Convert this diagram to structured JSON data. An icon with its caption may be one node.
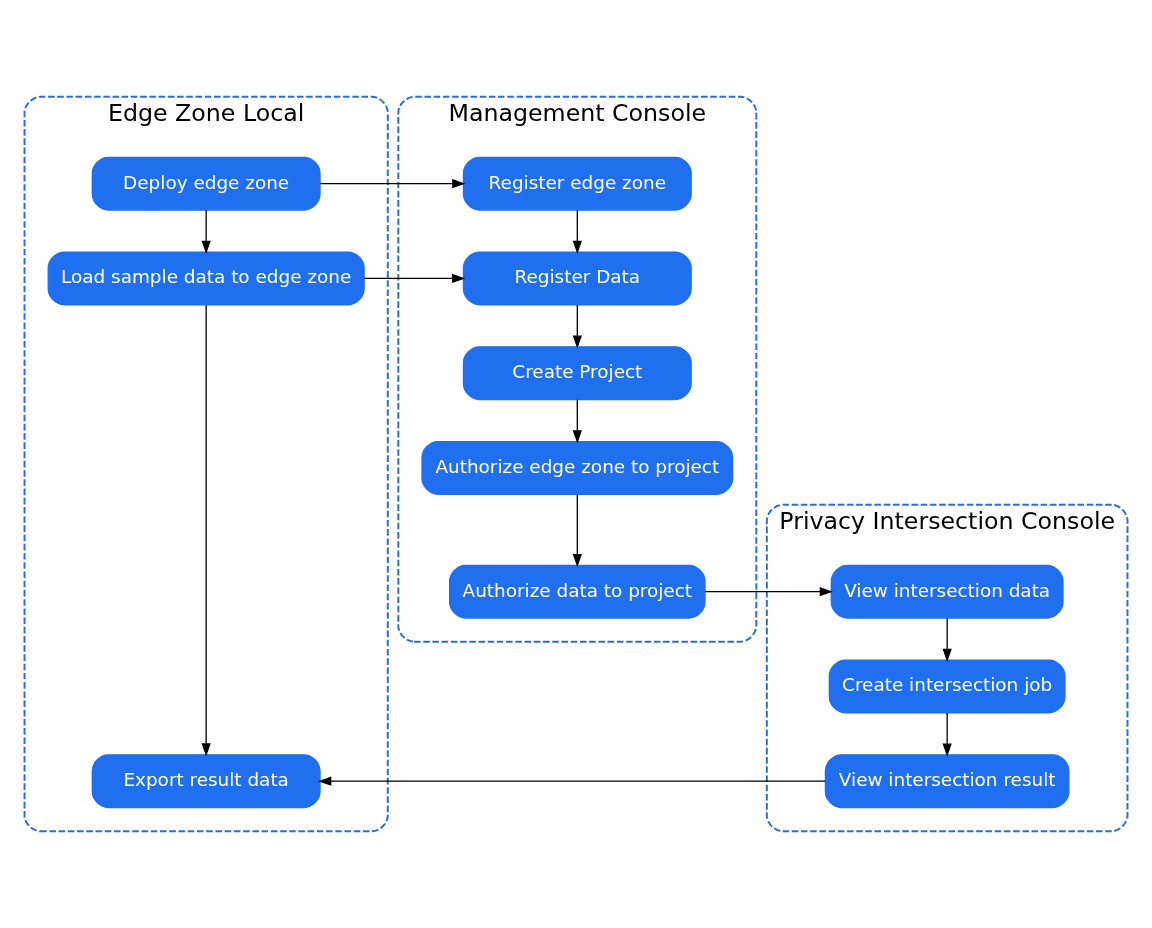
{
  "diagram": {
    "nodes": [
      {
        "text": [
          "Edge Zone Local"
        ]
      },
      {
        "text": [
          "Deploy edge zone"
        ],
        "in": 0
      },
      {
        "text": [
          "Load sample data to edge zone"
        ],
        "in": 0
      },
      {
        "text": [
          "Export result data"
        ],
        "in": 0
      },
      {
        "text": [
          "Management Console"
        ]
      },
      {
        "text": [
          "Register edge zone"
        ],
        "in": 4
      },
      {
        "text": [
          "Register Data"
        ],
        "in": 4
      },
      {
        "text": [
          "Create Project"
        ],
        "in": 4
      },
      {
        "text": [
          "Authorize edge zone to project"
        ],
        "in": 4
      },
      {
        "text": [
          "Authorize data to project"
        ],
        "in": 4
      },
      {
        "text": [
          "Privacy Intersection Console"
        ]
      },
      {
        "text": [
          "View intersection data"
        ],
        "in": 10
      },
      {
        "text": [
          "Create intersection job"
        ],
        "in": 10
      },
      {
        "text": [
          "View intersection result"
        ],
        "in": 10
      }
    ],
    "edges": [
      {
        "from": 1,
        "to": 5,
        "arrow": "to"
      },
      {
        "from": 1,
        "to": 2,
        "arrow": "to"
      },
      {
        "from": 5,
        "to": 6,
        "arrow": "to"
      },
      {
        "from": 2,
        "to": 6,
        "arrow": "to"
      },
      {
        "from": 2,
        "to": 3,
        "arrow": "to"
      },
      {
        "from": 6,
        "to": 7,
        "arrow": "to"
      },
      {
        "from": 7,
        "to": 8,
        "arrow": "to"
      },
      {
        "from": 8,
        "to": 9,
        "arrow": "to"
      },
      {
        "from": 9,
        "to": 11,
        "arrow": "to"
      },
      {
        "from": 11,
        "to": 12,
        "arrow": "to"
      },
      {
        "from": 12,
        "to": 13,
        "arrow": "to"
      },
      {
        "from": 13,
        "to": 3,
        "arrow": "to"
      }
    ]
  }
}
